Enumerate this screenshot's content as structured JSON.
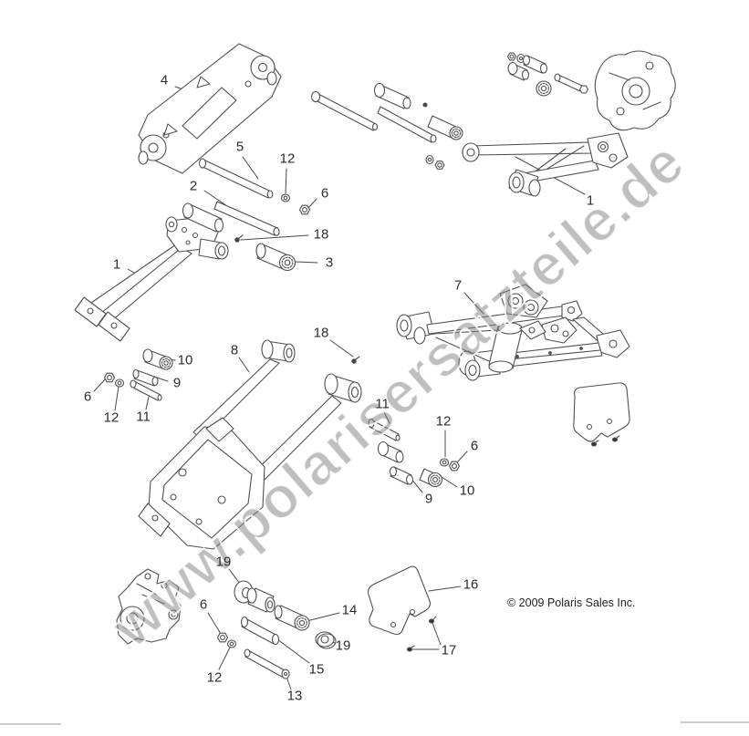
{
  "page": {
    "watermark_text": "www.polarisersatzteile.de",
    "copyright": "© 2009 Polaris Sales Inc.",
    "colors": {
      "drawing_line": "#4f4f4f",
      "watermark": "#848484",
      "callout_text": "#2d2d2d",
      "edge_rule": "#cccccc",
      "background": "#ffffff"
    },
    "callouts": [
      {
        "label": "4"
      },
      {
        "label": "5"
      },
      {
        "label": "12"
      },
      {
        "label": "2"
      },
      {
        "label": "6"
      },
      {
        "label": "18"
      },
      {
        "label": "3"
      },
      {
        "label": "1"
      },
      {
        "label": "1"
      },
      {
        "label": "7"
      },
      {
        "label": "8"
      },
      {
        "label": "18"
      },
      {
        "label": "10"
      },
      {
        "label": "9"
      },
      {
        "label": "6"
      },
      {
        "label": "12"
      },
      {
        "label": "11"
      },
      {
        "label": "11"
      },
      {
        "label": "12"
      },
      {
        "label": "6"
      },
      {
        "label": "9"
      },
      {
        "label": "10"
      },
      {
        "label": "19"
      },
      {
        "label": "6"
      },
      {
        "label": "14"
      },
      {
        "label": "19"
      },
      {
        "label": "12"
      },
      {
        "label": "15"
      },
      {
        "label": "13"
      },
      {
        "label": "16"
      },
      {
        "label": "17"
      }
    ]
  }
}
